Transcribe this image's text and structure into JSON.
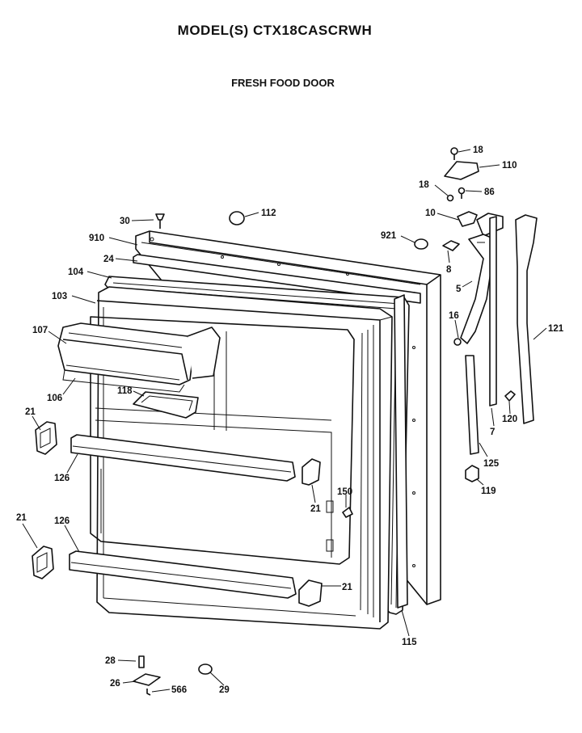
{
  "header": {
    "title": "MODEL(S) CTX18CASCRWH",
    "subtitle": "FRESH FOOD DOOR"
  },
  "callouts": [
    {
      "id": "c18a",
      "label": "18"
    },
    {
      "id": "c110",
      "label": "110"
    },
    {
      "id": "c18b",
      "label": "18"
    },
    {
      "id": "c86",
      "label": "86"
    },
    {
      "id": "c10",
      "label": "10"
    },
    {
      "id": "c30",
      "label": "30"
    },
    {
      "id": "c112",
      "label": "112"
    },
    {
      "id": "c910",
      "label": "910"
    },
    {
      "id": "c921",
      "label": "921"
    },
    {
      "id": "c24",
      "label": "24"
    },
    {
      "id": "c8",
      "label": "8"
    },
    {
      "id": "c104",
      "label": "104"
    },
    {
      "id": "c5",
      "label": "5"
    },
    {
      "id": "c103",
      "label": "103"
    },
    {
      "id": "c16",
      "label": "16"
    },
    {
      "id": "c121",
      "label": "121"
    },
    {
      "id": "c107",
      "label": "107"
    },
    {
      "id": "c106",
      "label": "106"
    },
    {
      "id": "c118",
      "label": "118"
    },
    {
      "id": "c7",
      "label": "7"
    },
    {
      "id": "c120",
      "label": "120"
    },
    {
      "id": "c21a",
      "label": "21"
    },
    {
      "id": "c125",
      "label": "125"
    },
    {
      "id": "c126a",
      "label": "126"
    },
    {
      "id": "c119",
      "label": "119"
    },
    {
      "id": "c150",
      "label": "150"
    },
    {
      "id": "c21b",
      "label": "21"
    },
    {
      "id": "c21c",
      "label": "21"
    },
    {
      "id": "c126b",
      "label": "126"
    },
    {
      "id": "c21d",
      "label": "21"
    },
    {
      "id": "c115",
      "label": "115"
    },
    {
      "id": "c28",
      "label": "28"
    },
    {
      "id": "c29",
      "label": "29"
    },
    {
      "id": "c26",
      "label": "26"
    },
    {
      "id": "c566",
      "label": "566"
    }
  ]
}
